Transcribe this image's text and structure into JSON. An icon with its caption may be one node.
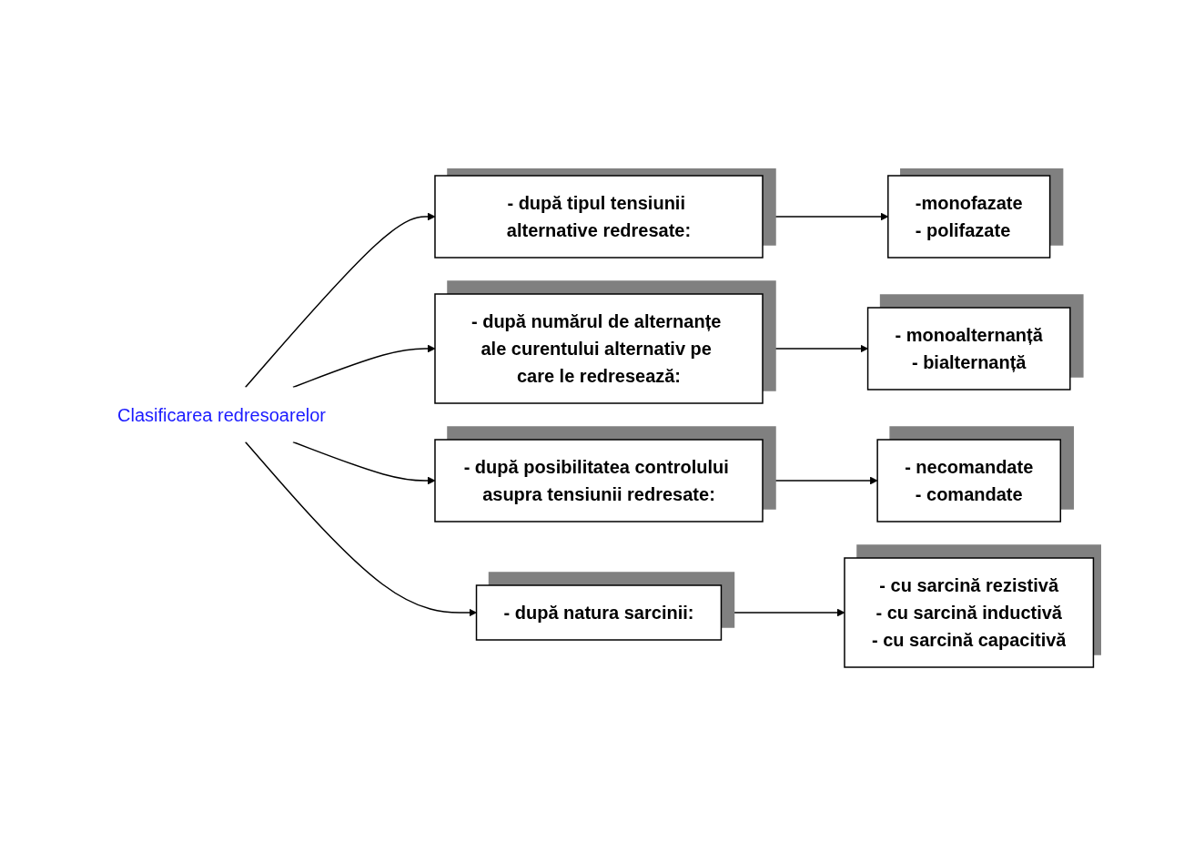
{
  "diagram": {
    "nodes": [
      {
        "text": [
          "Clasificarea redresoarelor"
        ]
      },
      {
        "text": [
          "- după tipul tensiunii alternative redresate:"
        ]
      },
      {
        "text": [
          "-monofazate",
          "- polifazate"
        ]
      },
      {
        "text": [
          "- după numărul de alternanțe ale curentului alternativ pe care le redresează:"
        ]
      },
      {
        "text": [
          "- monoalternanță",
          "- bialternanță"
        ]
      },
      {
        "text": [
          "- după posibilitatea controlului asupra tensiunii redresate:"
        ]
      },
      {
        "text": [
          "- necomandate",
          "- comandate"
        ]
      },
      {
        "text": [
          "- după natura sarcinii:"
        ]
      },
      {
        "text": [
          "- cu sarcină rezistivă",
          "- cu sarcină inductivă",
          "- cu sarcină capacitivă"
        ]
      }
    ],
    "edges": [
      {
        "from": 0,
        "to": 1,
        "arrow": "to"
      },
      {
        "from": 0,
        "to": 3,
        "arrow": "to"
      },
      {
        "from": 0,
        "to": 5,
        "arrow": "to"
      },
      {
        "from": 0,
        "to": 7,
        "arrow": "to"
      },
      {
        "from": 1,
        "to": 2,
        "arrow": "to"
      },
      {
        "from": 3,
        "to": 4,
        "arrow": "to"
      },
      {
        "from": 5,
        "to": 6,
        "arrow": "to"
      },
      {
        "from": 7,
        "to": 8,
        "arrow": "to"
      }
    ]
  }
}
